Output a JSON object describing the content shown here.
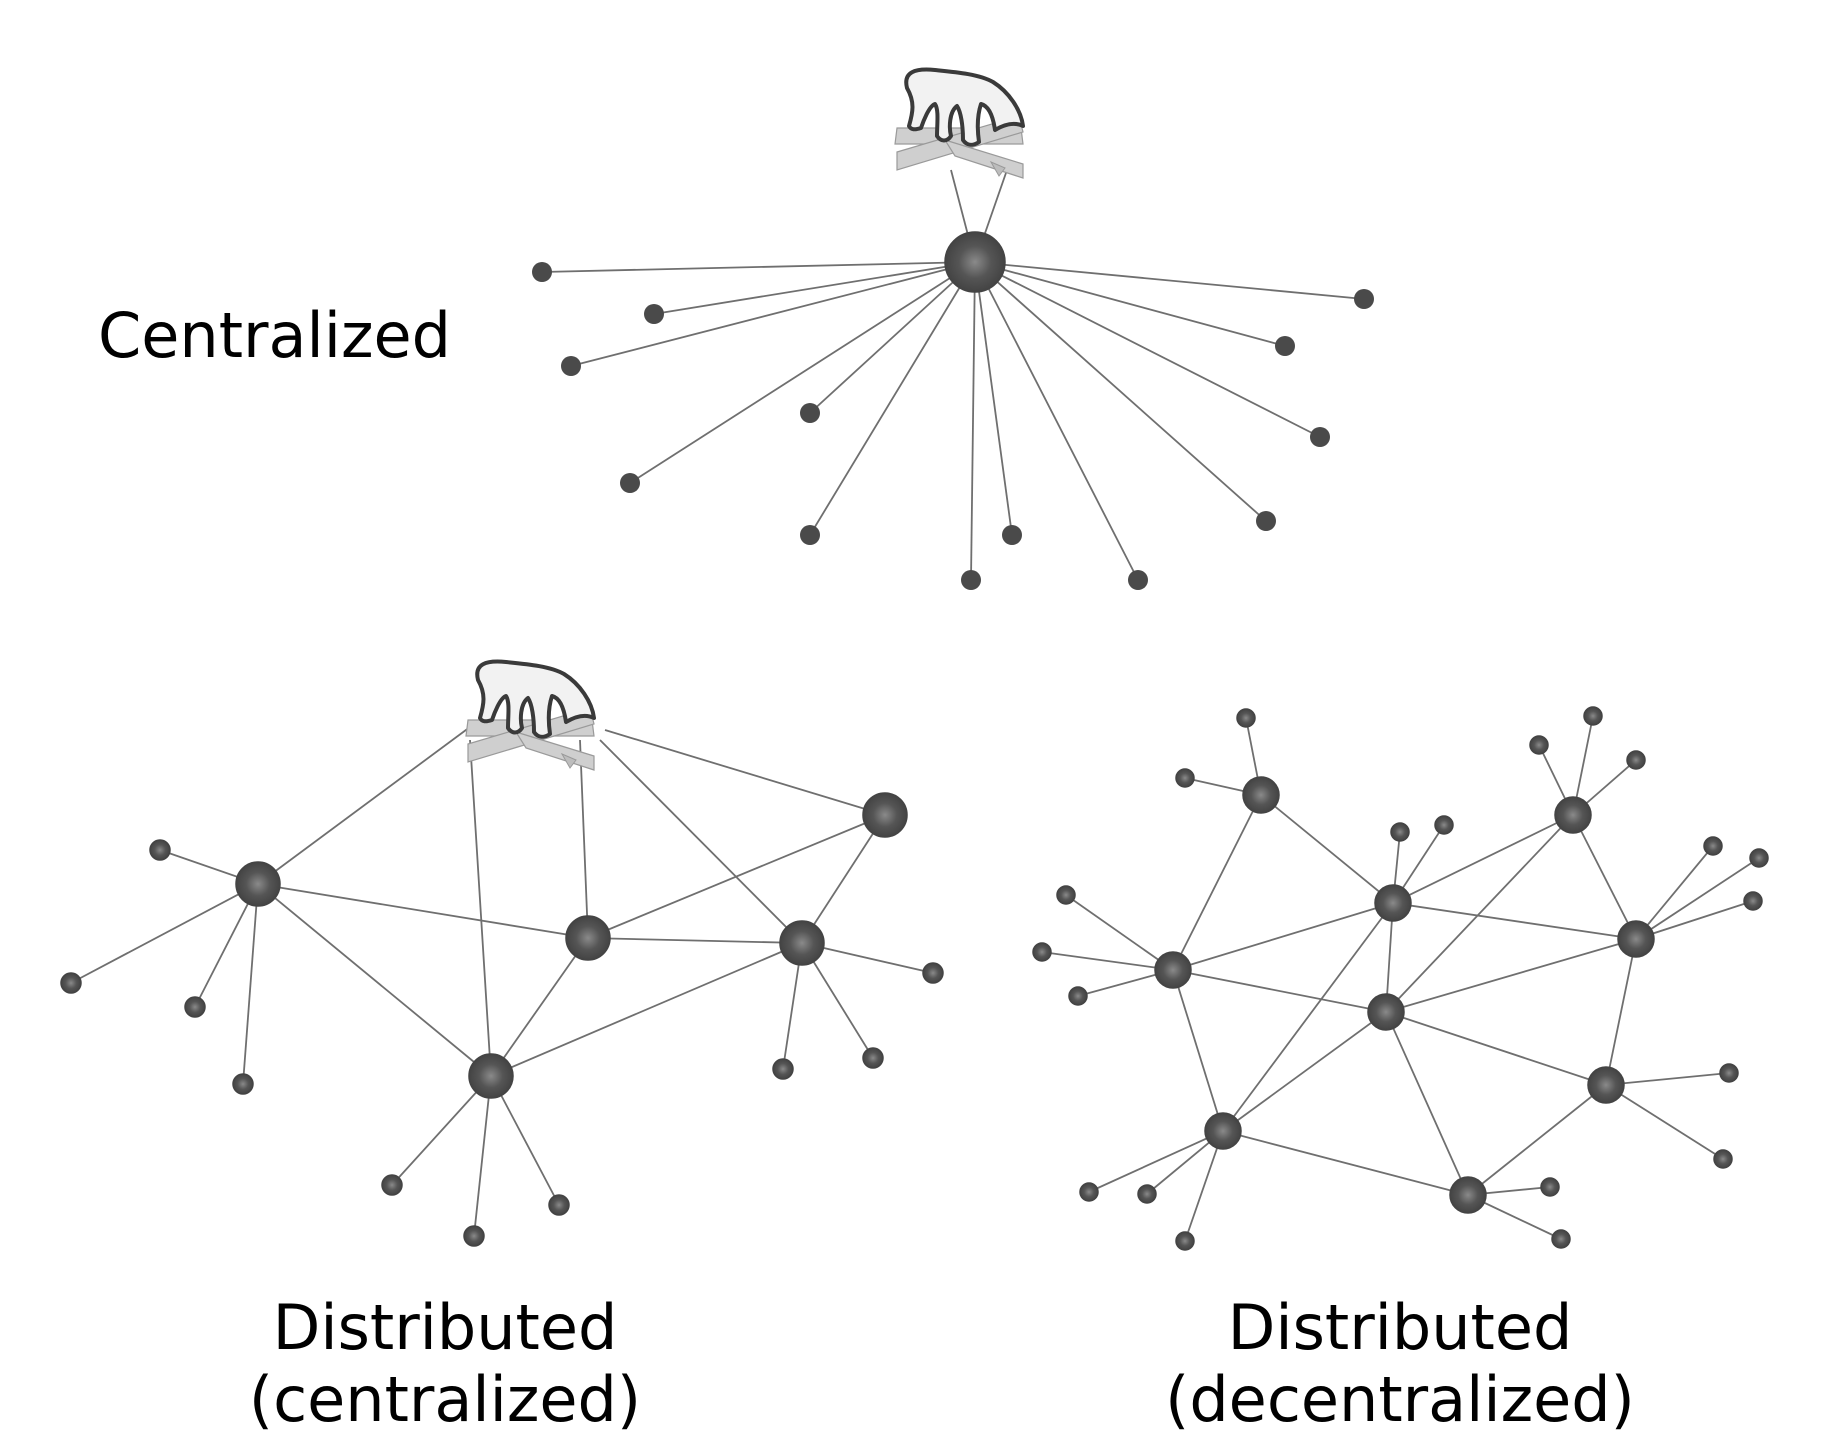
{
  "labels": {
    "centralized": "Centralized",
    "distributed_centralized_line1": "Distributed",
    "distributed_centralized_line2": "(centralized)",
    "distributed_decentralized_line1": "Distributed",
    "distributed_decentralized_line2": "(decentralized)"
  },
  "colors": {
    "node_fill_light": "#8a8a8a",
    "node_fill_dark": "#3c3c3c",
    "edge": "#6f6f6f",
    "hand_fill": "#f2f2f2",
    "hand_stroke": "#3a3a3a",
    "plank_fill": "#cfcfcf"
  },
  "icons": [
    "controller-hand-icon"
  ]
}
